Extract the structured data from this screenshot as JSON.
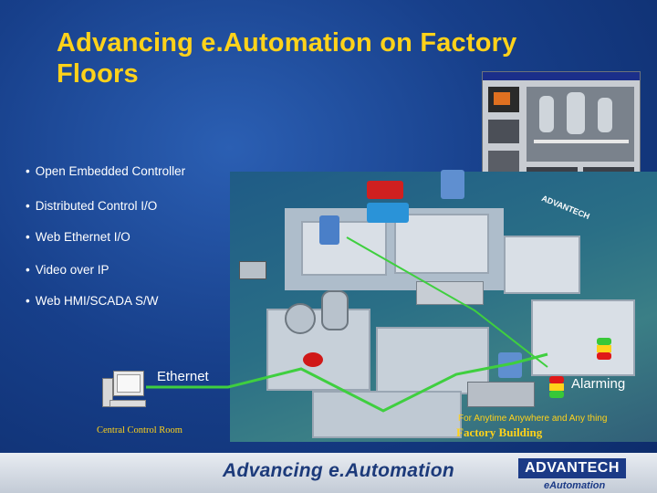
{
  "title": "Advancing e.Automation on Factory Floors",
  "bullets": [
    "Open Embedded Controller",
    "Distributed Control I/O",
    "Web Ethernet I/O",
    "Video over IP",
    "Web HMI/SCADA S/W"
  ],
  "labels": {
    "ethernet": "Ethernet",
    "alarming": "Alarming",
    "central_control_room": "Central Control Room",
    "factory_building": "Factory Building",
    "anytime": "For Anytime Anywhere and Any thing"
  },
  "device_stamp": "ADVANTECH",
  "footer": {
    "tagline": "Advancing e.Automation",
    "brand": "ADVANTECH",
    "brand_sub": "eAutomation"
  },
  "colors": {
    "title": "#ffd21a",
    "background": "#173f8a",
    "network_line": "#3fcf3f",
    "alarm_red": "#e01818",
    "alarm_yellow": "#ffd21a",
    "alarm_green": "#38c838"
  },
  "icons": [
    "hmi-screen-icon",
    "computer-workstation-icon",
    "camera-icon",
    "alarm-light-icon",
    "controller-device-icon"
  ]
}
